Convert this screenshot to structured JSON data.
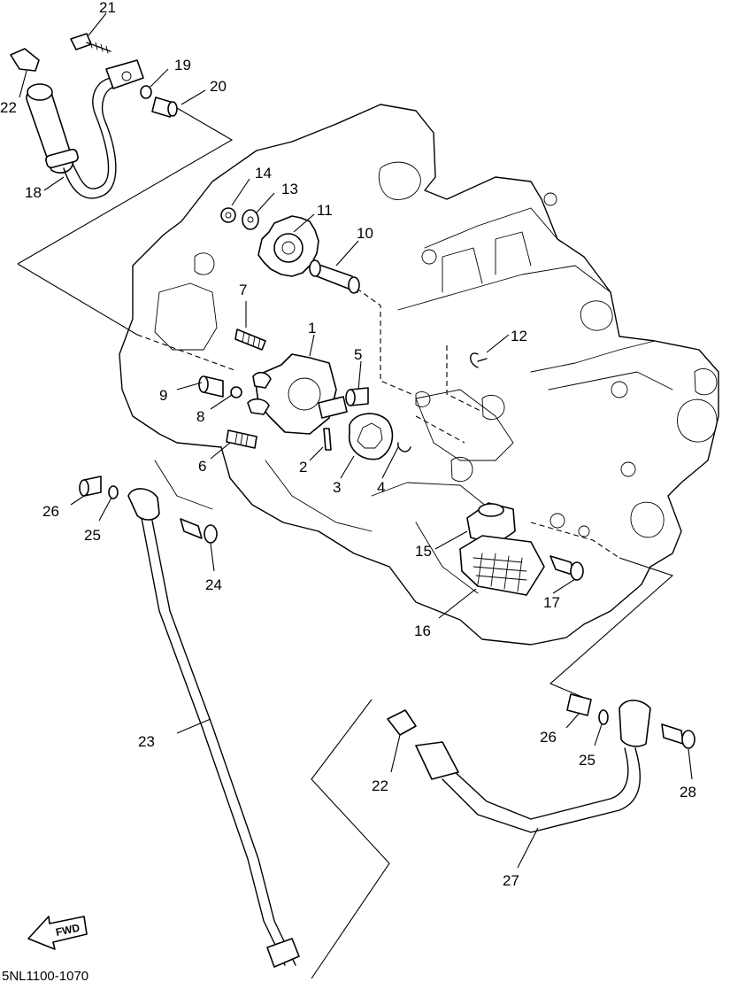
{
  "diagram": {
    "code": "5NL1100-1070",
    "fwd_label": "FWD",
    "callouts": {
      "c1": "1",
      "c2": "2",
      "c3": "3",
      "c4": "4",
      "c5": "5",
      "c6": "6",
      "c7": "7",
      "c8": "8",
      "c9": "9",
      "c10": "10",
      "c11": "11",
      "c12": "12",
      "c13": "13",
      "c14": "14",
      "c15": "15",
      "c16": "16",
      "c17": "17",
      "c18": "18",
      "c19": "19",
      "c20": "20",
      "c21": "21",
      "c22a": "22",
      "c22b": "22",
      "c23": "23",
      "c24": "24",
      "c25a": "25",
      "c25b": "25",
      "c26a": "26",
      "c26b": "26",
      "c27": "27",
      "c28": "28"
    }
  }
}
